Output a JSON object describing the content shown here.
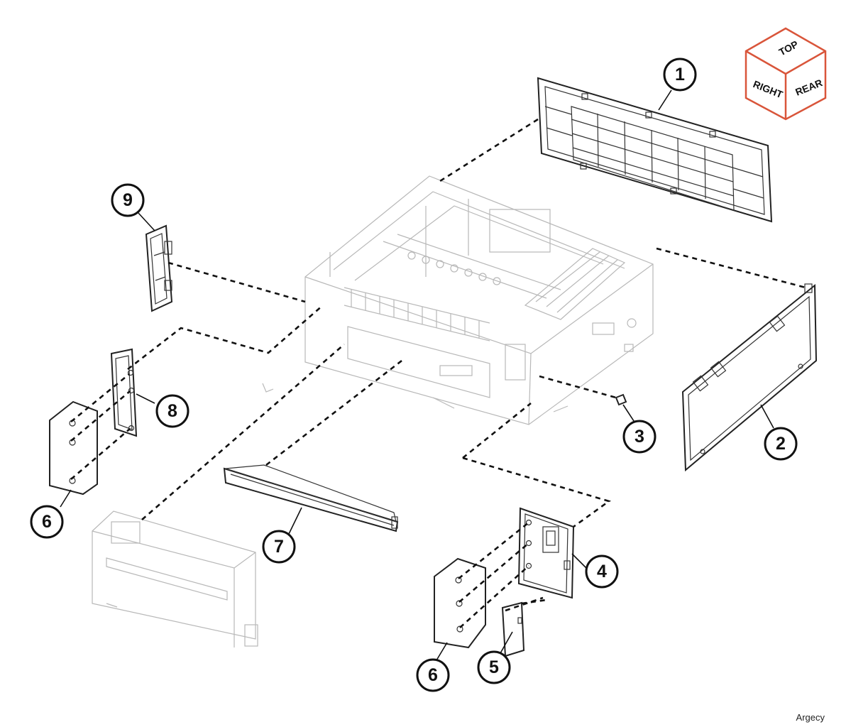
{
  "orientation": {
    "top": "TOP",
    "right": "RIGHT",
    "rear": "REAR",
    "accent": "#d9553a"
  },
  "callouts": {
    "c1": "1",
    "c2": "2",
    "c3": "3",
    "c4": "4",
    "c5": "5",
    "c6a": "6",
    "c6b": "6",
    "c7": "7",
    "c8": "8",
    "c9": "9"
  },
  "watermark": "Argecy"
}
